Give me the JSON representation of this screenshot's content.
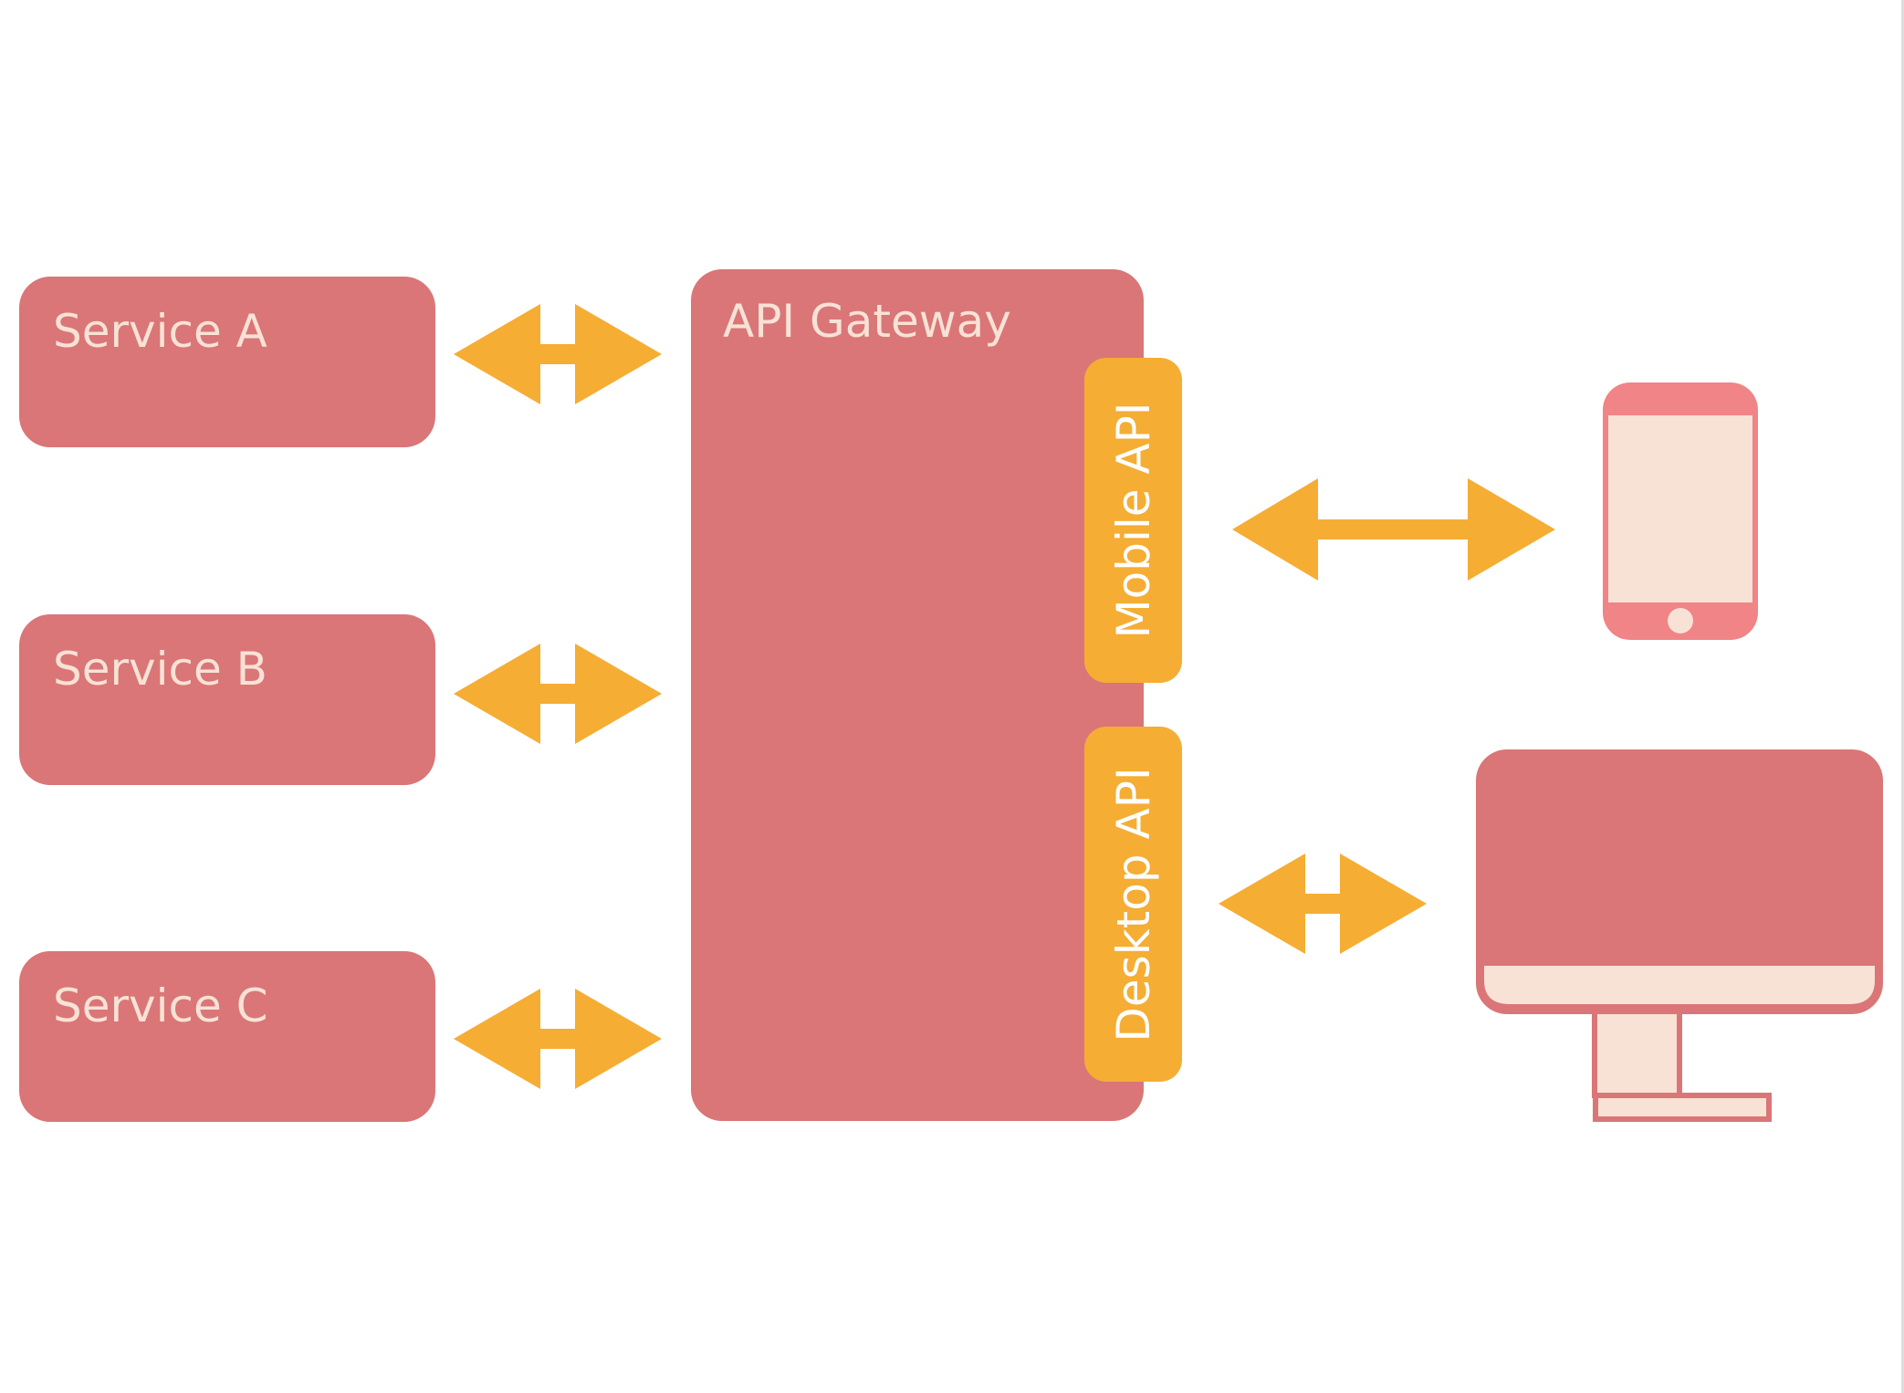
{
  "services": [
    {
      "label": "Service A"
    },
    {
      "label": "Service B"
    },
    {
      "label": "Service C"
    }
  ],
  "gateway": {
    "label": "API Gateway",
    "apis": [
      {
        "label": "Mobile API"
      },
      {
        "label": "Desktop API"
      }
    ]
  },
  "clients": [
    {
      "icon": "mobile-phone-icon"
    },
    {
      "icon": "desktop-monitor-icon"
    }
  ],
  "colors": {
    "box": "#DA7677",
    "arrow": "#F5AD34",
    "label_text": "#F8E2D6",
    "screen": "#F8E2D6",
    "phone": "#F08486"
  }
}
